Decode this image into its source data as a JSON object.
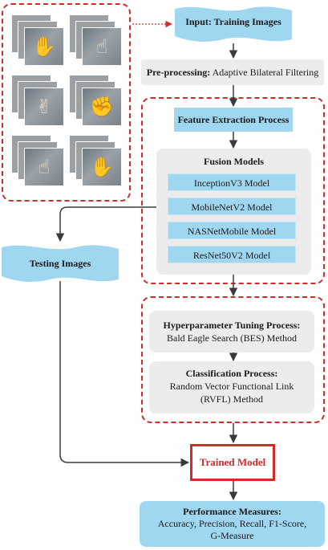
{
  "input": {
    "label": "Input: Training Images"
  },
  "preprocessing": {
    "bold": "Pre-processing:",
    "rest": " Adaptive Bilateral Filtering"
  },
  "feature_extraction": {
    "label": "Feature Extraction Process"
  },
  "fusion": {
    "title": "Fusion Models",
    "models": [
      "InceptionV3 Model",
      "MobileNetV2 Model",
      "NASNetMobile Model",
      "ResNet50V2 Model"
    ]
  },
  "testing": {
    "label": "Testing Images"
  },
  "hyperparameter": {
    "title": "Hyperparameter Tuning Process:",
    "method": "Bald Eagle Search (BES) Method"
  },
  "classification": {
    "title": "Classification Process:",
    "line1": "Random Vector Functional Link",
    "line2": "(RVFL) Method"
  },
  "trained_model": {
    "label": "Trained Model"
  },
  "performance": {
    "title": "Performance Measures:",
    "line1": "Accuracy, Precision, Recall, F1-Score,",
    "line2": "G-Measure"
  },
  "colors": {
    "dash_red": "#d42a2a",
    "blue": "#9fd6f0",
    "gray": "#ececec",
    "arrow": "#3a3a3a"
  },
  "icons": [
    "open-palm-gesture",
    "pointing-gesture",
    "v-sign-gesture",
    "fist-gesture",
    "finger-gesture",
    "c-shape-gesture"
  ]
}
